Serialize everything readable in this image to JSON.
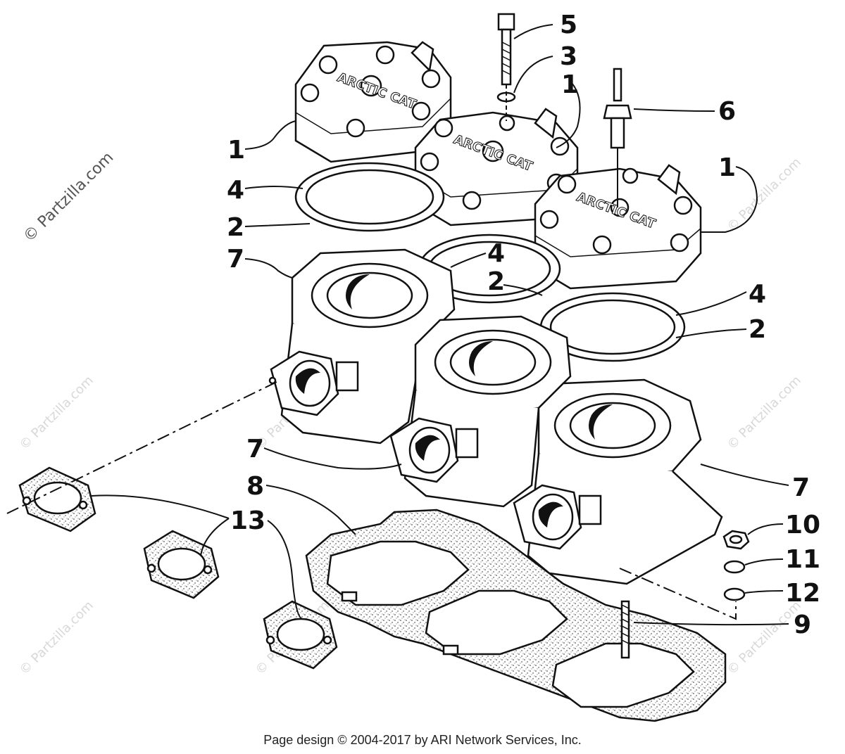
{
  "watermark": {
    "text": "© Partzilla.com"
  },
  "callouts": [
    "5",
    "3",
    "1",
    "6",
    "1",
    "1",
    "4",
    "2",
    "7",
    "4",
    "2",
    "4",
    "2",
    "7",
    "7",
    "8",
    "13",
    "10",
    "11",
    "12",
    "9"
  ],
  "footer": {
    "text": "Page design © 2004-2017 by ARI Network Services, Inc."
  }
}
